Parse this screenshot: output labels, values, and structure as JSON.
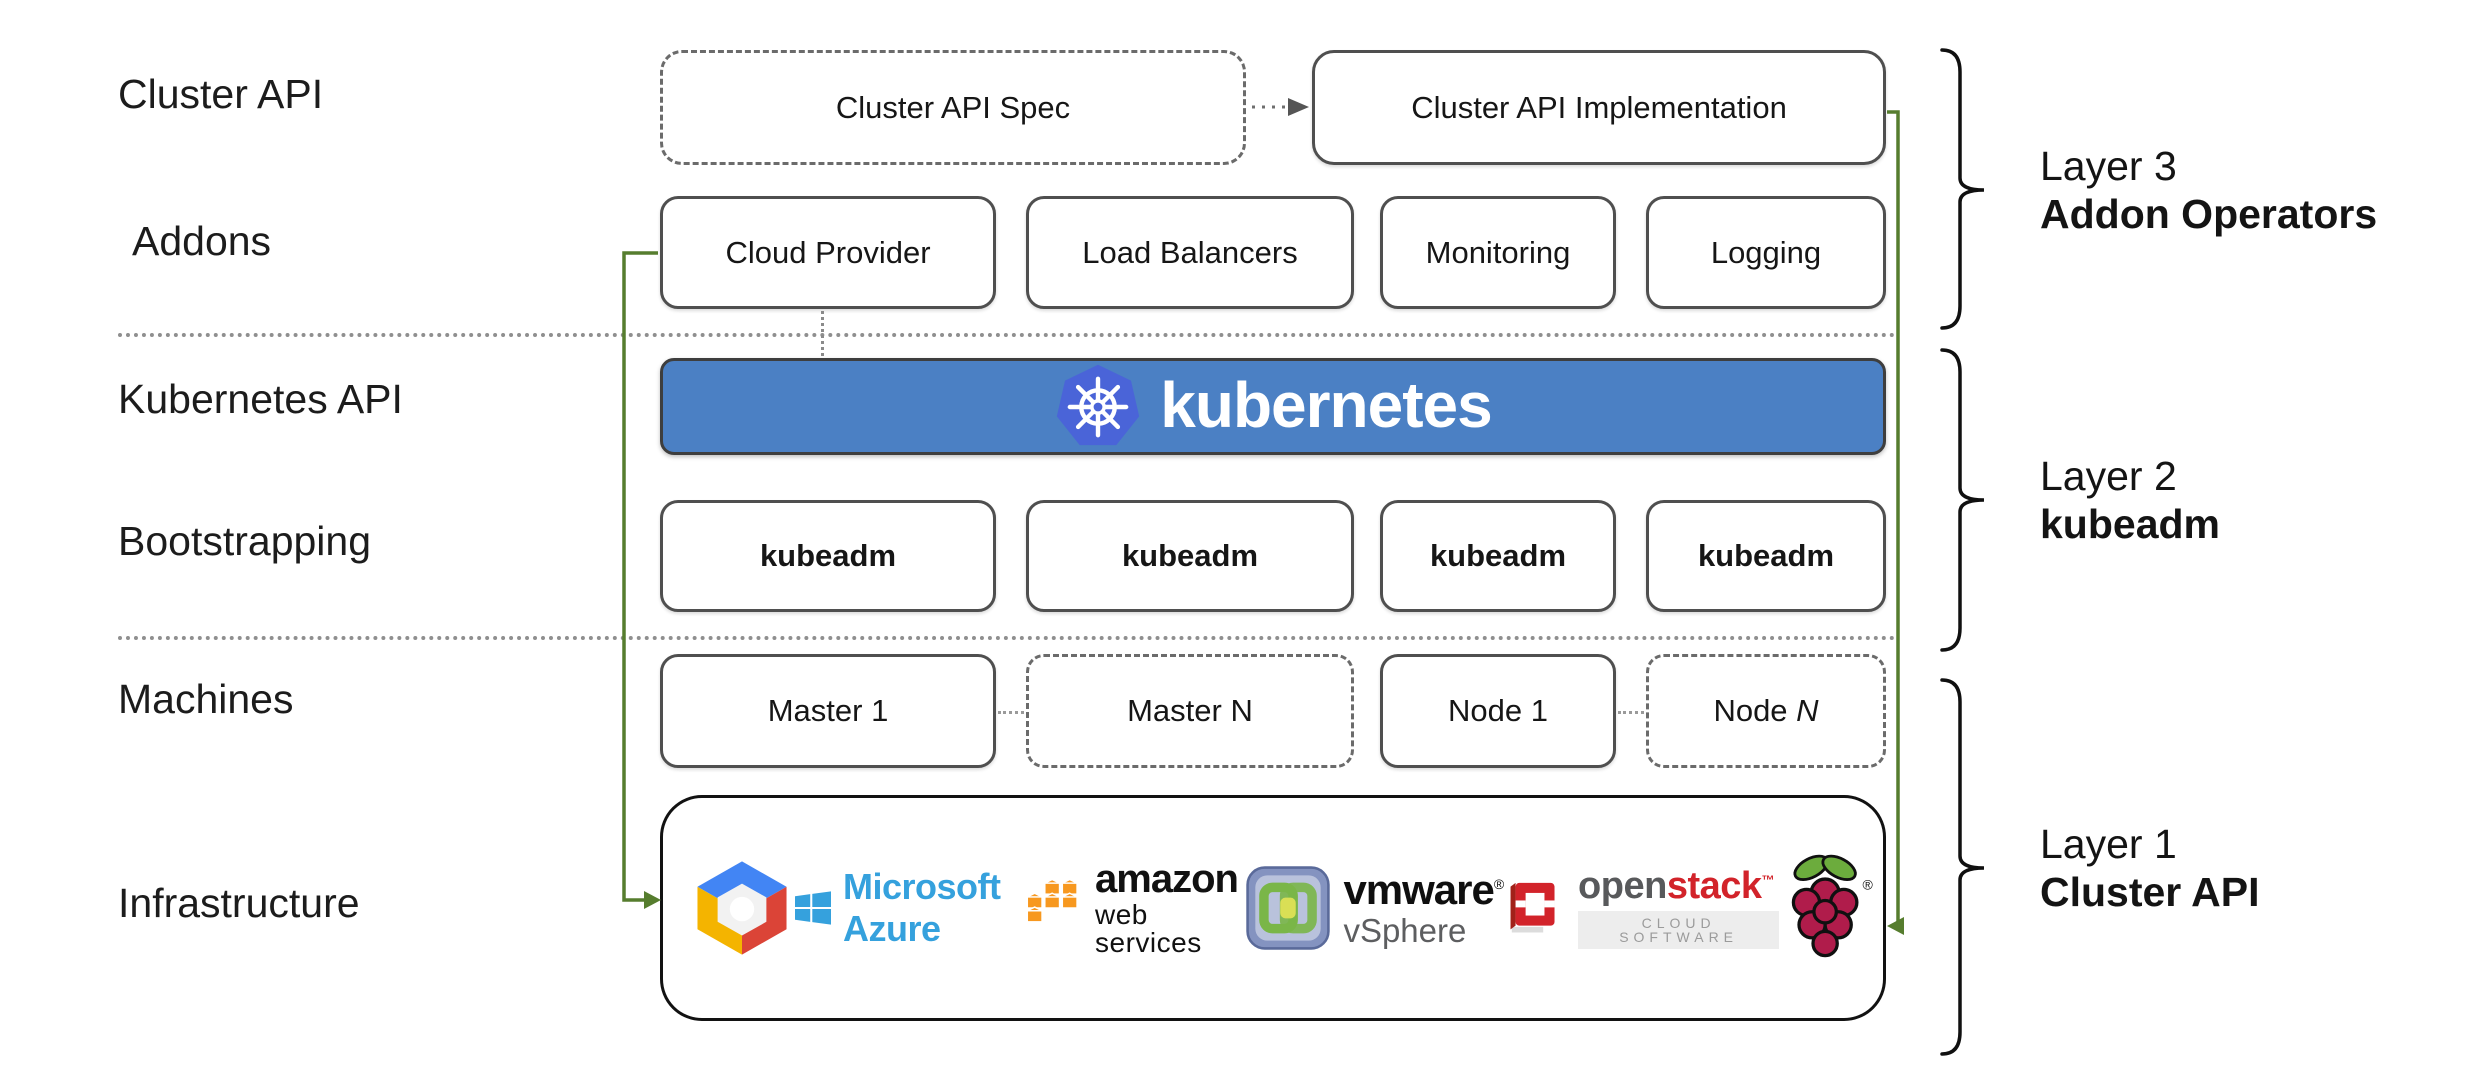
{
  "row_labels": [
    {
      "label": "Cluster API"
    },
    {
      "label": "Addons"
    },
    {
      "label": "Kubernetes API"
    },
    {
      "label": "Bootstrapping"
    },
    {
      "label": "Machines"
    },
    {
      "label": "Infrastructure"
    }
  ],
  "cluster_api_row": {
    "spec_label": "Cluster API Spec",
    "impl_label": "Cluster API Implementation"
  },
  "addons": [
    "Cloud Provider",
    "Load Balancers",
    "Monitoring",
    "Logging"
  ],
  "kubernetes_banner": {
    "label": "kubernetes"
  },
  "bootstrapping": [
    "kubeadm",
    "kubeadm",
    "kubeadm",
    "kubeadm"
  ],
  "machines": [
    {
      "prefix": "Master",
      "suffix": "1",
      "style": "solid"
    },
    {
      "prefix": "Master",
      "suffix": "N",
      "style": "dashed"
    },
    {
      "prefix": "Node",
      "suffix": "1",
      "style": "solid"
    },
    {
      "prefix": "Node",
      "suffix": "N",
      "style": "dashed-italic"
    }
  ],
  "infrastructure_logos": {
    "google_cloud": {
      "name": "google-cloud-platform"
    },
    "azure": {
      "label": "Microsoft Azure"
    },
    "aws": {
      "label": "amazon",
      "sublabel": "web services"
    },
    "vmware": {
      "label_bold": "vm",
      "label_rest": "ware",
      "registered": "®",
      "sublabel": "vSphere"
    },
    "openstack": {
      "label_open": "open",
      "label_stack": "stack",
      "trademark": "™",
      "sublabel": "CLOUD SOFTWARE"
    },
    "raspberry_pi": {
      "name": "raspberry-pi",
      "registered": "®"
    }
  },
  "layers": [
    {
      "name": "Layer 3",
      "sub": "Addon Operators"
    },
    {
      "name": "Layer 2",
      "sub": "kubeadm"
    },
    {
      "name": "Layer 1",
      "sub": "Cluster API"
    }
  ],
  "colors": {
    "banner_blue": "#4b80c4",
    "k8s_logo_blue": "#4a64d8",
    "connector_green": "#567d2e",
    "azure_blue": "#35a1dd",
    "aws_orange": "#f7981f",
    "openstack_red": "#d2232a",
    "openstack_gray": "#58595b",
    "gcp_blue": "#4285f4",
    "gcp_red": "#db4437",
    "gcp_yellow": "#f4b400",
    "rpi_red": "#b01c4b",
    "rpi_green": "#6cac3d",
    "vmware_green": "#7ab648",
    "vmware_yellow": "#d9df55",
    "vmware_frame": "#8493c0"
  }
}
